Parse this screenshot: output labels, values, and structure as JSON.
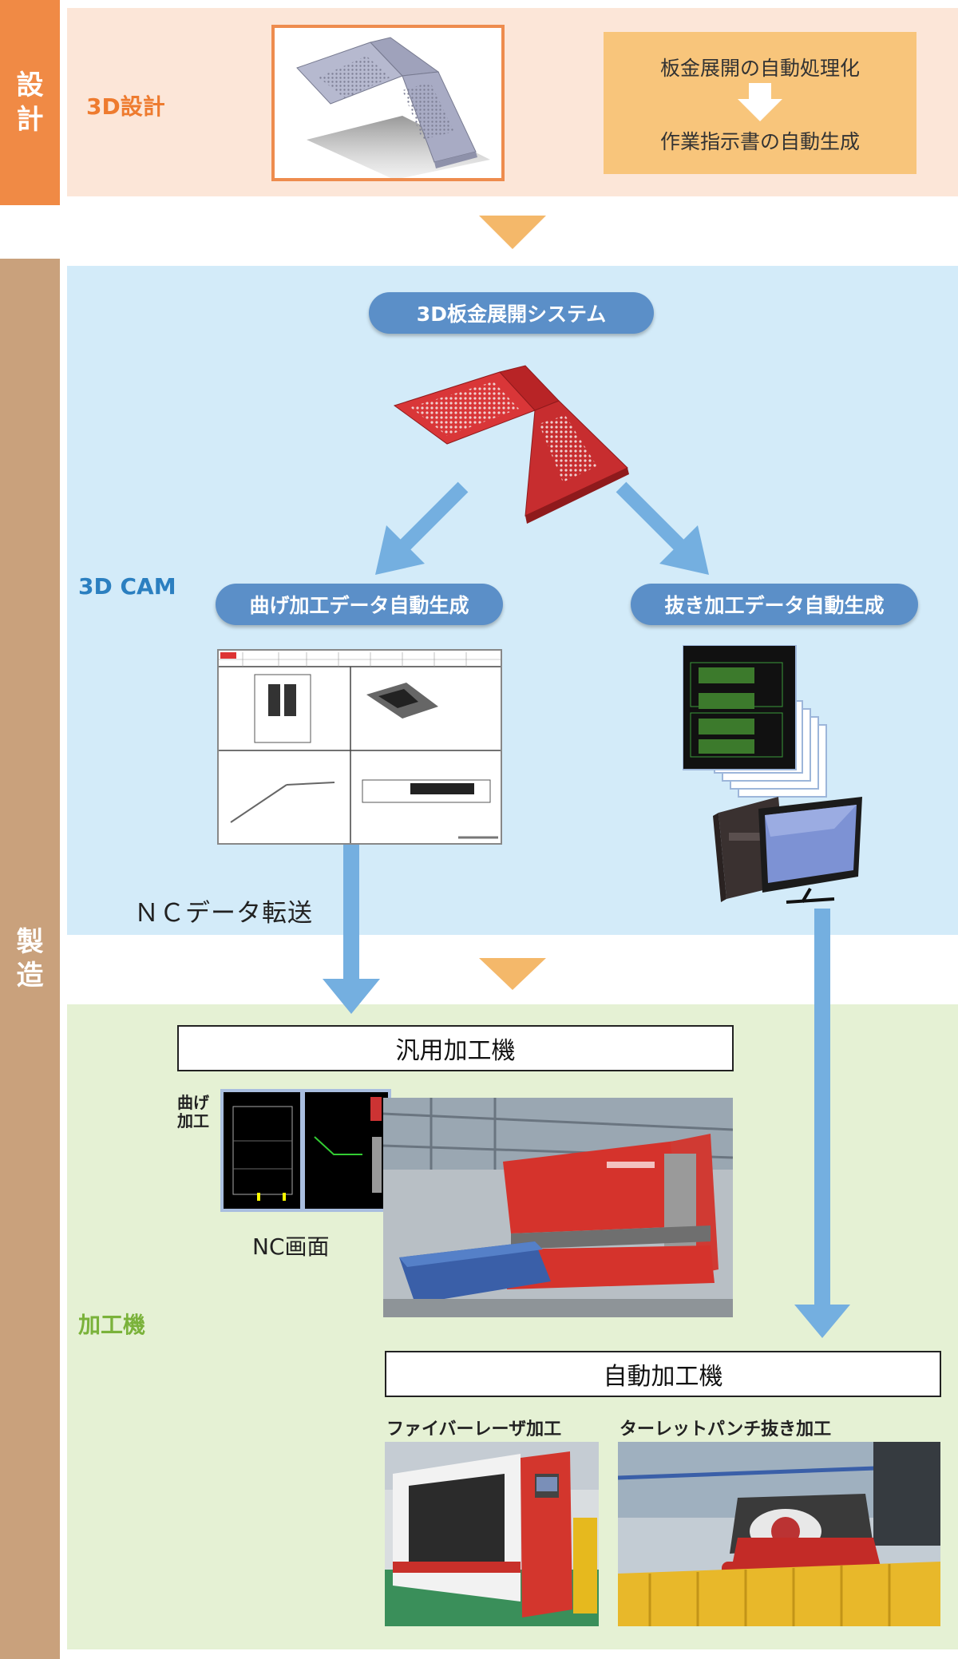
{
  "design": {
    "side_tab": [
      "設",
      "計"
    ],
    "section_label": "3D設計",
    "process_line1": "板金展開の自動処理化",
    "process_line2": "作業指示書の自動生成"
  },
  "manufacturing": {
    "side_tab": [
      "製",
      "造"
    ]
  },
  "cam": {
    "system_pill": "3D板金展開システム",
    "section_label": "3D CAM",
    "bend_pill": "曲げ加工データ自動生成",
    "punch_pill": "抜き加工データ自動生成",
    "nc_transfer_left": "ＮＣデータ転送",
    "nc_transfer_right": [
      "N",
      "C",
      "デ",
      "ー",
      "タ",
      "転",
      "送"
    ]
  },
  "machines": {
    "section_label": "加工機",
    "general_title": "汎用加工機",
    "bend_screen_label_line1": "曲げ",
    "bend_screen_label_line2": "加工",
    "nc_screen_caption": "NC画面",
    "auto_title": "自動加工機",
    "fiber_laser_caption": "ファイバーレーザ加工",
    "turret_punch_caption": "ターレットパンチ抜き加工"
  },
  "colors": {
    "design_tab": "#f08a45",
    "design_bg": "#fce6d8",
    "mfg_tab": "#c9a17c",
    "cam_bg": "#d3ebf9",
    "machine_bg": "#e5f1d4",
    "pill": "#5b8fc8",
    "arrow_blue": "#74afe0",
    "arrow_orange": "#f4b86a",
    "design_label": "#ee7b2f",
    "cam_label": "#2b7fc0",
    "machine_label": "#7ab23a"
  }
}
